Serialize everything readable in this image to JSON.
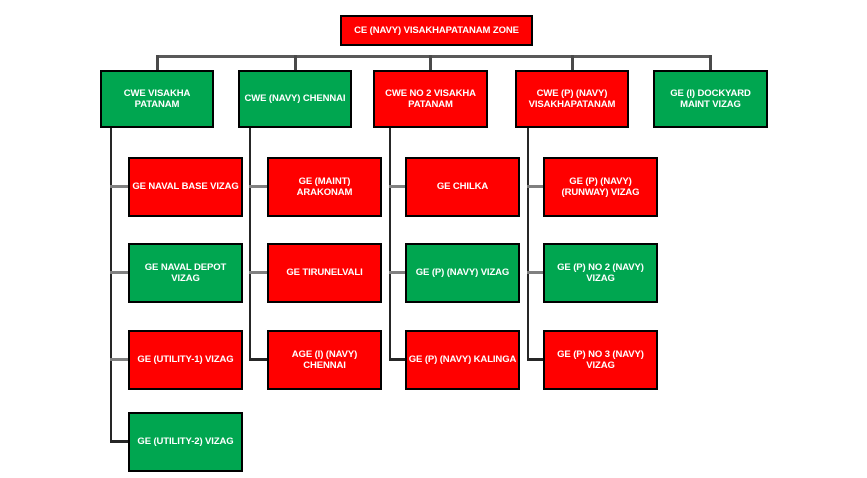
{
  "title": "CE (NAVY) VISAKHAPATANAM ZONE",
  "colors": {
    "red": "#FF0000",
    "green": "#00A650",
    "box_border": "#000000",
    "text": "#FFFFFF",
    "connector_gray": "#808080",
    "connector_dark": "#262626"
  },
  "org": {
    "root": {
      "label": "CE (NAVY) VISAKHAPATANAM ZONE",
      "color": "#FF0000"
    },
    "columns": [
      {
        "parent": {
          "label": "CWE VISAKHA\nPATANAM",
          "color": "#00A650"
        },
        "children": [
          {
            "label": "GE NAVAL BASE VIZAG",
            "color": "#FF0000"
          },
          {
            "label": "GE NAVAL DEPOT VIZAG",
            "color": "#00A650"
          },
          {
            "label": "GE (UTILITY-1) VIZAG",
            "color": "#FF0000"
          },
          {
            "label": "GE (UTILITY-2) VIZAG",
            "color": "#00A650"
          }
        ]
      },
      {
        "parent": {
          "label": "CWE (NAVY) CHENNAI",
          "color": "#00A650"
        },
        "children": [
          {
            "label": "GE (MAINT)\nARAKONAM",
            "color": "#FF0000"
          },
          {
            "label": "GE TIRUNELVALI",
            "color": "#FF0000"
          },
          {
            "label": "AGE (I) (NAVY)\nCHENNAI",
            "color": "#FF0000"
          }
        ]
      },
      {
        "parent": {
          "label": "CWE NO 2 VISAKHA\nPATANAM",
          "color": "#FF0000"
        },
        "children": [
          {
            "label": "GE CHILKA",
            "color": "#FF0000"
          },
          {
            "label": "GE (P) (NAVY) VIZAG",
            "color": "#00A650"
          },
          {
            "label": "GE (P) (NAVY) KALINGA",
            "color": "#FF0000"
          }
        ]
      },
      {
        "parent": {
          "label": "CWE (P) (NAVY)\nVISAKHAPATANAM",
          "color": "#FF0000"
        },
        "children": [
          {
            "label": "GE (P) (NAVY)\n(RUNWAY) VIZAG",
            "color": "#FF0000"
          },
          {
            "label": "GE (P) NO 2 (NAVY)\nVIZAG",
            "color": "#00A650"
          },
          {
            "label": "GE (P) NO 3 (NAVY)\nVIZAG",
            "color": "#FF0000"
          }
        ]
      },
      {
        "parent": {
          "label": "GE (I) DOCKYARD\nMAINT VIZAG",
          "color": "#00A650"
        },
        "children": []
      }
    ]
  }
}
